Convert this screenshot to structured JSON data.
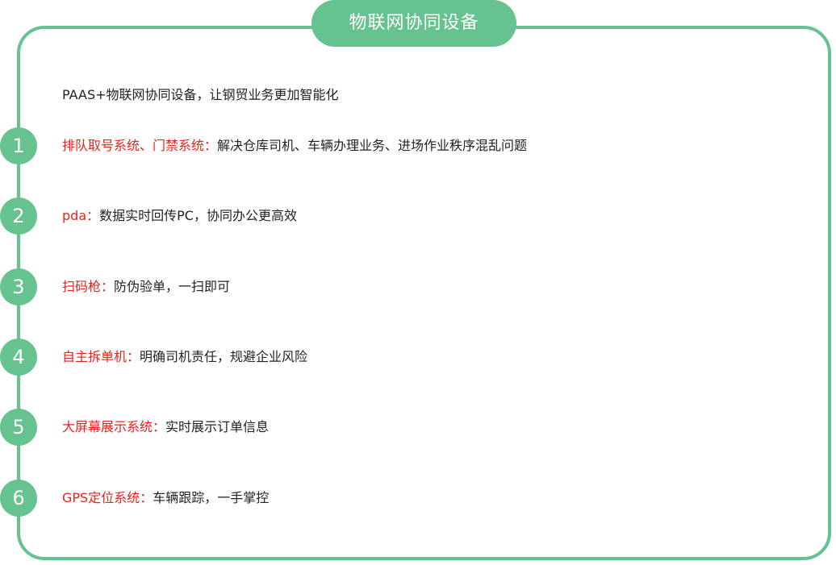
{
  "header": {
    "title": "物联网协同设备"
  },
  "intro": "PAAS+物联网协同设备，让钢贸业务更加智能化",
  "items": [
    {
      "number": "1",
      "title": "排队取号系统、门禁系统：",
      "desc": "解决仓库司机、车辆办理业务、进场作业秩序混乱问题"
    },
    {
      "number": "2",
      "title": "pda：",
      "desc": "数据实时回传PC，协同办公更高效"
    },
    {
      "number": "3",
      "title": "扫码枪：",
      "desc": "防伪验单，一扫即可"
    },
    {
      "number": "4",
      "title": "自主拆单机：",
      "desc": "明确司机责任，规避企业风险"
    },
    {
      "number": "5",
      "title": "大屏幕展示系统：",
      "desc": "实时展示订单信息"
    },
    {
      "number": "6",
      "title": "GPS定位系统：",
      "desc": "车辆跟踪，一手掌控"
    }
  ],
  "colors": {
    "accent": "#66c28f",
    "highlight": "#e8231d",
    "text": "#222222"
  }
}
